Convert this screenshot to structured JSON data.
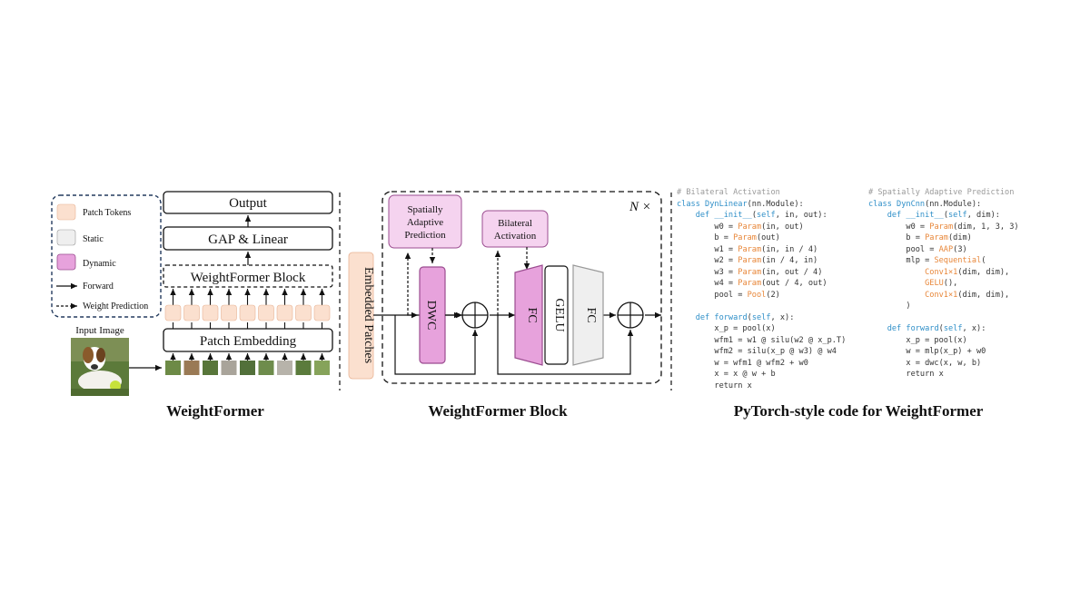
{
  "legend": {
    "patch_tokens": "Patch Tokens",
    "static": "Static",
    "dynamic": "Dynamic",
    "forward": "Forward",
    "weight_prediction": "Weight Prediction"
  },
  "weightformer": {
    "output": "Output",
    "gap_linear": "GAP & Linear",
    "block": "WeightFormer Block",
    "patch_embedding": "Patch Embedding",
    "input_image": "Input Image",
    "caption": "WeightFormer"
  },
  "block": {
    "embedded_patches": "Embedded Patches",
    "n_times": "N ×",
    "sap_line1": "Spatially",
    "sap_line2": "Adaptive",
    "sap_line3": "Prediction",
    "ba_line1": "Bilateral",
    "ba_line2": "Activation",
    "dwc": "DWC",
    "fc1": "FC",
    "gelu": "GELU",
    "fc2": "FC",
    "caption": "WeightFormer Block"
  },
  "code": {
    "caption": "PyTorch-style code for WeightFormer",
    "left": [
      [
        [
          "# Bilateral Activation",
          "com"
        ]
      ],
      [
        [
          "class ",
          "kw"
        ],
        [
          "DynLinear",
          "ty"
        ],
        [
          "(nn.Module):",
          ""
        ]
      ],
      [
        [
          "    def ",
          "kw"
        ],
        [
          "__init__",
          "fn"
        ],
        [
          "(",
          ""
        ],
        [
          "self",
          "kw"
        ],
        [
          ", in, out):",
          ""
        ]
      ],
      [
        [
          "        w0 = ",
          ""
        ],
        [
          "Param",
          "or"
        ],
        [
          "(in, out)",
          ""
        ]
      ],
      [
        [
          "        b = ",
          ""
        ],
        [
          "Param",
          "or"
        ],
        [
          "(out)",
          ""
        ]
      ],
      [
        [
          "        w1 = ",
          ""
        ],
        [
          "Param",
          "or"
        ],
        [
          "(in, in / 4)",
          ""
        ]
      ],
      [
        [
          "        w2 = ",
          ""
        ],
        [
          "Param",
          "or"
        ],
        [
          "(in / 4, in)",
          ""
        ]
      ],
      [
        [
          "        w3 = ",
          ""
        ],
        [
          "Param",
          "or"
        ],
        [
          "(in, out / 4)",
          ""
        ]
      ],
      [
        [
          "        w4 = ",
          ""
        ],
        [
          "Param",
          "or"
        ],
        [
          "(out / 4, out)",
          ""
        ]
      ],
      [
        [
          "        pool = ",
          ""
        ],
        [
          "Pool",
          "or"
        ],
        [
          "(2)",
          ""
        ]
      ],
      [
        [
          "",
          ""
        ]
      ],
      [
        [
          "    def ",
          "kw"
        ],
        [
          "forward",
          "fn"
        ],
        [
          "(",
          ""
        ],
        [
          "self",
          "kw"
        ],
        [
          ", x):",
          ""
        ]
      ],
      [
        [
          "        x_p = pool(x)",
          ""
        ]
      ],
      [
        [
          "        wfm1 = w1 @ silu(w2 @ x_p.T)",
          ""
        ]
      ],
      [
        [
          "        wfm2 = silu(x_p @ w3) @ w4",
          ""
        ]
      ],
      [
        [
          "        w = wfm1 @ wfm2 + w0",
          ""
        ]
      ],
      [
        [
          "        x = x @ w + b",
          ""
        ]
      ],
      [
        [
          "        return x",
          ""
        ]
      ]
    ],
    "right": [
      [
        [
          "# Spatially Adaptive Prediction",
          "com"
        ]
      ],
      [
        [
          "class ",
          "kw"
        ],
        [
          "DynCnn",
          "ty"
        ],
        [
          "(nn.Module):",
          ""
        ]
      ],
      [
        [
          "    def ",
          "kw"
        ],
        [
          "__init__",
          "fn"
        ],
        [
          "(",
          ""
        ],
        [
          "self",
          "kw"
        ],
        [
          ", dim):",
          ""
        ]
      ],
      [
        [
          "        w0 = ",
          ""
        ],
        [
          "Param",
          "or"
        ],
        [
          "(dim, 1, 3, 3)",
          ""
        ]
      ],
      [
        [
          "        b = ",
          ""
        ],
        [
          "Param",
          "or"
        ],
        [
          "(dim)",
          ""
        ]
      ],
      [
        [
          "        pool = ",
          ""
        ],
        [
          "AAP",
          "or"
        ],
        [
          "(3)",
          ""
        ]
      ],
      [
        [
          "        mlp = ",
          ""
        ],
        [
          "Sequential",
          "or"
        ],
        [
          "(",
          ""
        ]
      ],
      [
        [
          "            ",
          ""
        ],
        [
          "Conv1×1",
          "or"
        ],
        [
          "(dim, dim),",
          ""
        ]
      ],
      [
        [
          "            ",
          ""
        ],
        [
          "GELU",
          "or"
        ],
        [
          "(),",
          ""
        ]
      ],
      [
        [
          "            ",
          ""
        ],
        [
          "Conv1×1",
          "or"
        ],
        [
          "(dim, dim),",
          ""
        ]
      ],
      [
        [
          "        )",
          ""
        ]
      ],
      [
        [
          "",
          ""
        ]
      ],
      [
        [
          "    def ",
          "kw"
        ],
        [
          "forward",
          "fn"
        ],
        [
          "(",
          ""
        ],
        [
          "self",
          "kw"
        ],
        [
          ", x):",
          ""
        ]
      ],
      [
        [
          "        x_p = pool(x)",
          ""
        ]
      ],
      [
        [
          "        w = mlp(x_p) + w0",
          ""
        ]
      ],
      [
        [
          "        x = dwc(x, w, b)",
          ""
        ]
      ],
      [
        [
          "        return x",
          ""
        ]
      ]
    ]
  },
  "colors": {
    "patch_token": "#fbe0cf",
    "patch_token_border": "#e8b394",
    "static": "#efefef",
    "dynamic": "#e7a2dc",
    "dynamic_border": "#9b4c90",
    "dynamic_light": "#f5d3ef"
  },
  "icons": {
    "input_image": "dog-photo",
    "patch_thumbnails": "image-patches-icon",
    "add_node": "circle-plus-icon"
  }
}
